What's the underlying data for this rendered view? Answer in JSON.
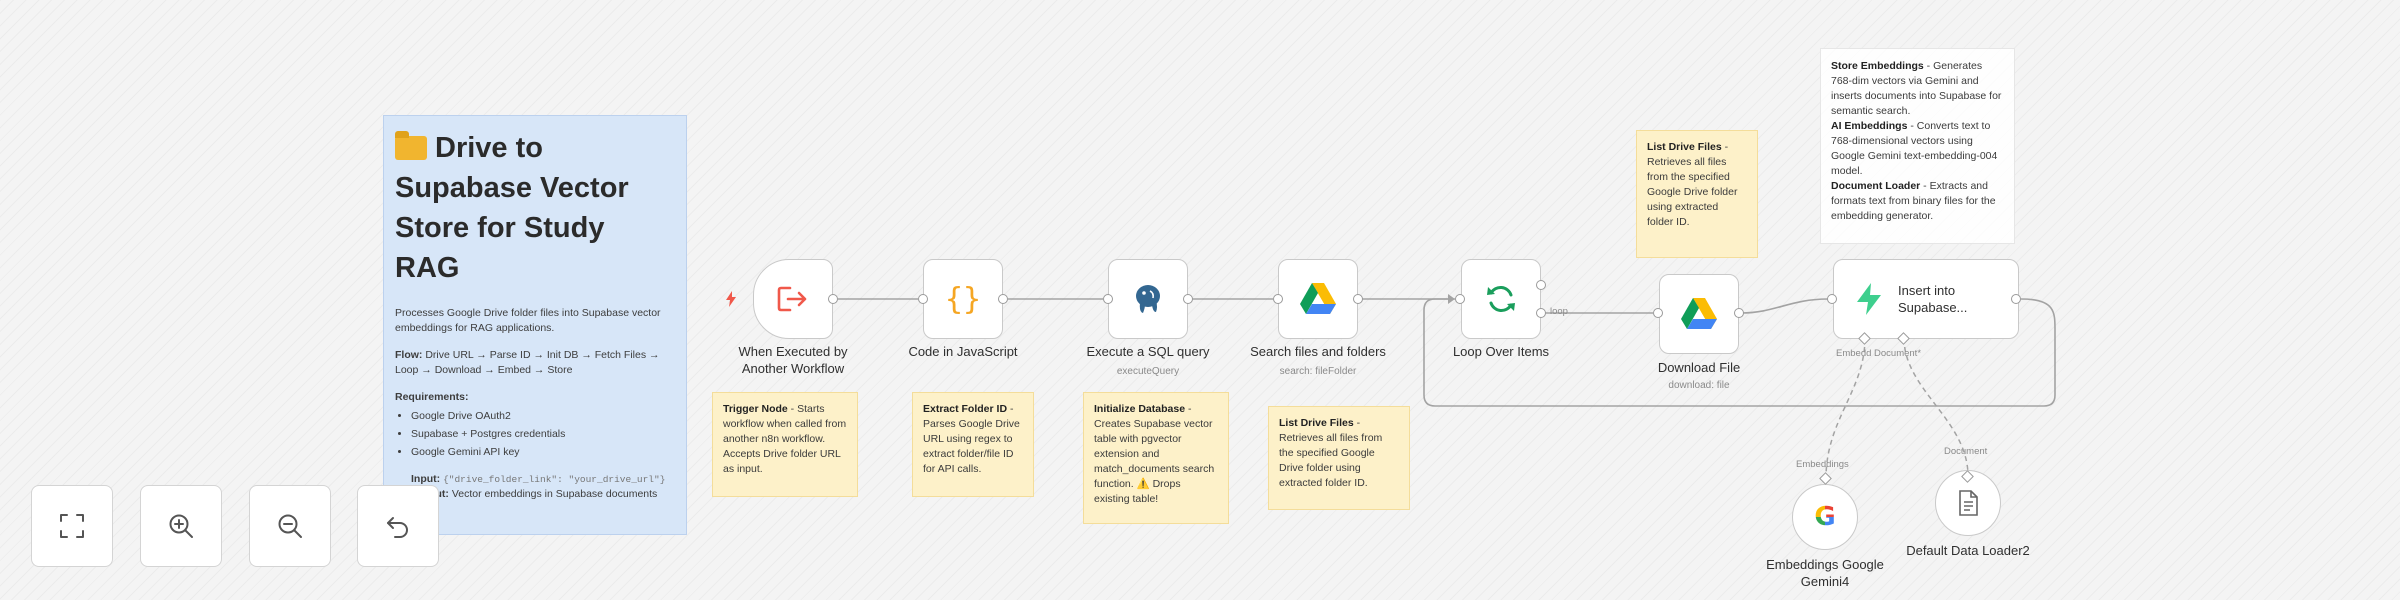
{
  "sticky_main": {
    "title": "Drive to Supabase Vector Store for Study RAG",
    "description": "Processes Google Drive folder files into Supabase vector embeddings for RAG applications.",
    "flow_label": "Flow:",
    "flow_text": "Drive URL → Parse ID → Init DB → Fetch Files → Loop → Download → Embed → Store",
    "requirements_label": "Requirements:",
    "requirements": [
      "Google Drive OAuth2",
      "Supabase + Postgres credentials",
      "Google Gemini API key"
    ],
    "input_label": "Input:",
    "input_value": "{\"drive_folder_link\": \"your_drive_url\"}",
    "output_label": "Output:",
    "output_value": "Vector embeddings in Supabase documents table"
  },
  "nodes": {
    "trigger": {
      "label": "When Executed by Another Workflow",
      "icon": "exit-arrow-icon",
      "color": "#f0584a"
    },
    "code": {
      "label": "Code in JavaScript",
      "icon": "curly-braces-icon",
      "color": "#f5a623"
    },
    "sql": {
      "label": "Execute a SQL query",
      "sublabel": "executeQuery",
      "icon": "postgres-elephant-icon",
      "color": "#336791"
    },
    "search": {
      "label": "Search files and folders",
      "sublabel": "search: fileFolder",
      "icon": "google-drive-icon"
    },
    "loop": {
      "label": "Loop Over Items",
      "icon": "refresh-arrows-icon",
      "color": "#1a9e5c",
      "output_label": "loop"
    },
    "download": {
      "label": "Download File",
      "sublabel": "download: file",
      "icon": "google-drive-icon"
    },
    "insert": {
      "label": "Insert into Supabase...",
      "icon": "supabase-bolt-icon",
      "color": "#3ecf8e",
      "port_labels": "Embedd Document*"
    },
    "embeddings": {
      "label": "Embeddings Google Gemini4",
      "port_label": "Embeddings",
      "icon": "google-g-icon"
    },
    "loader": {
      "label": "Default Data Loader2",
      "port_label": "Document",
      "icon": "document-icon"
    }
  },
  "notes": {
    "trigger": {
      "title": "Trigger Node",
      "text": " - Starts workflow when called from another n8n workflow. Accepts Drive folder URL as input."
    },
    "code": {
      "title": "Extract Folder ID",
      "text": " - Parses Google Drive URL using regex to extract folder/file ID for API calls."
    },
    "sql": {
      "title": "Initialize Database",
      "text": " - Creates Supabase vector table with pgvector extension and match_documents search function. ⚠️ Drops existing table!"
    },
    "search": {
      "title": "List Drive Files",
      "text": " - Retrieves all files from the specified Google Drive folder using extracted folder ID."
    },
    "list_top": {
      "title": "List Drive Files",
      "text": " - Retrieves all files from the specified Google Drive folder using extracted folder ID."
    },
    "store": [
      {
        "title": "Store Embeddings",
        "text": " - Generates 768-dim vectors via Gemini and inserts documents into Supabase for semantic search."
      },
      {
        "title": "AI Embeddings",
        "text": " - Converts text to 768-dimensional vectors using Google Gemini text-embedding-004 model."
      },
      {
        "title": "Document Loader",
        "text": " - Extracts and formats text from binary files for the embedding generator."
      }
    ]
  },
  "canvas_controls": [
    {
      "name": "fit-view-button",
      "icon": "fit-view-icon"
    },
    {
      "name": "zoom-in-button",
      "icon": "zoom-in-icon"
    },
    {
      "name": "zoom-out-button",
      "icon": "zoom-out-icon"
    },
    {
      "name": "reset-zoom-button",
      "icon": "undo-icon"
    }
  ],
  "colors": {
    "sticky_yellow": "#fdf1c9",
    "sticky_blue": "#d7e6f8",
    "trigger_bolt": "#f0584a"
  }
}
